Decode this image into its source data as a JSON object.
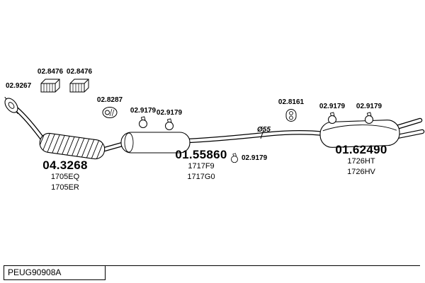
{
  "drawing_id": "PEUG90908A",
  "pipe_note": "Ø55",
  "fasteners": [
    {
      "ref": "02.9267"
    },
    {
      "ref": "02.8476"
    },
    {
      "ref": "02.8476"
    },
    {
      "ref": "02.8287"
    },
    {
      "ref": "02.9179"
    },
    {
      "ref": "02.9179"
    },
    {
      "ref": "02.8161"
    },
    {
      "ref": "02.9179"
    },
    {
      "ref": "02.9179"
    },
    {
      "ref": "02.9179"
    }
  ],
  "assemblies": [
    {
      "ref": "04.3268",
      "variants": [
        "1705EQ",
        "1705ER"
      ]
    },
    {
      "ref": "01.55860",
      "variants": [
        "1717F9",
        "1717G0"
      ]
    },
    {
      "ref": "01.62490",
      "variants": [
        "1726HT",
        "1726HV"
      ]
    }
  ]
}
